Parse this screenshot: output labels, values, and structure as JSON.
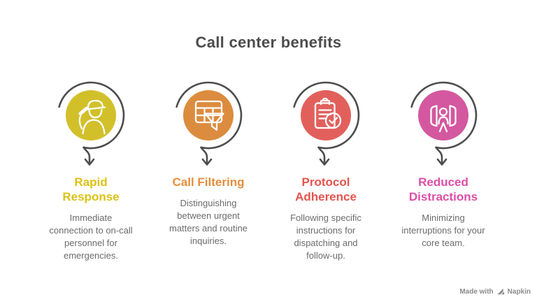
{
  "title": "Call center benefits",
  "colors": {
    "background": "#ffffff",
    "title_text": "#4d4d4d",
    "body_text": "#6b6b6b",
    "ring_stroke": "#4d4d4d",
    "watermark_text": "#8b8b8b"
  },
  "items": [
    {
      "heading": "Rapid\nResponse",
      "description": "Immediate\nconnection to on-call\npersonnel for\nemergencies.",
      "heading_color": "#ddc215",
      "circle_color": "#d2c02b",
      "icon": "on-call-worker-icon"
    },
    {
      "heading": "Call Filtering",
      "description": "Distinguishing\nbetween urgent\nmatters and routine\ninquiries.",
      "heading_color": "#e78d3c",
      "circle_color": "#dc8c3e",
      "icon": "table-filter-icon"
    },
    {
      "heading": "Protocol\nAdherence",
      "description": "Following specific\ninstructions for\ndispatching and\nfollow-up.",
      "heading_color": "#e4544e",
      "circle_color": "#e2605c",
      "icon": "clipboard-check-icon"
    },
    {
      "heading": "Reduced\nDistractions",
      "description": "Minimizing\ninterruptions for your\ncore team.",
      "heading_color": "#de4fa6",
      "circle_color": "#d4589f",
      "icon": "shielded-person-icon"
    }
  ],
  "watermark": {
    "prefix": "Made with",
    "brand": "Napkin"
  }
}
